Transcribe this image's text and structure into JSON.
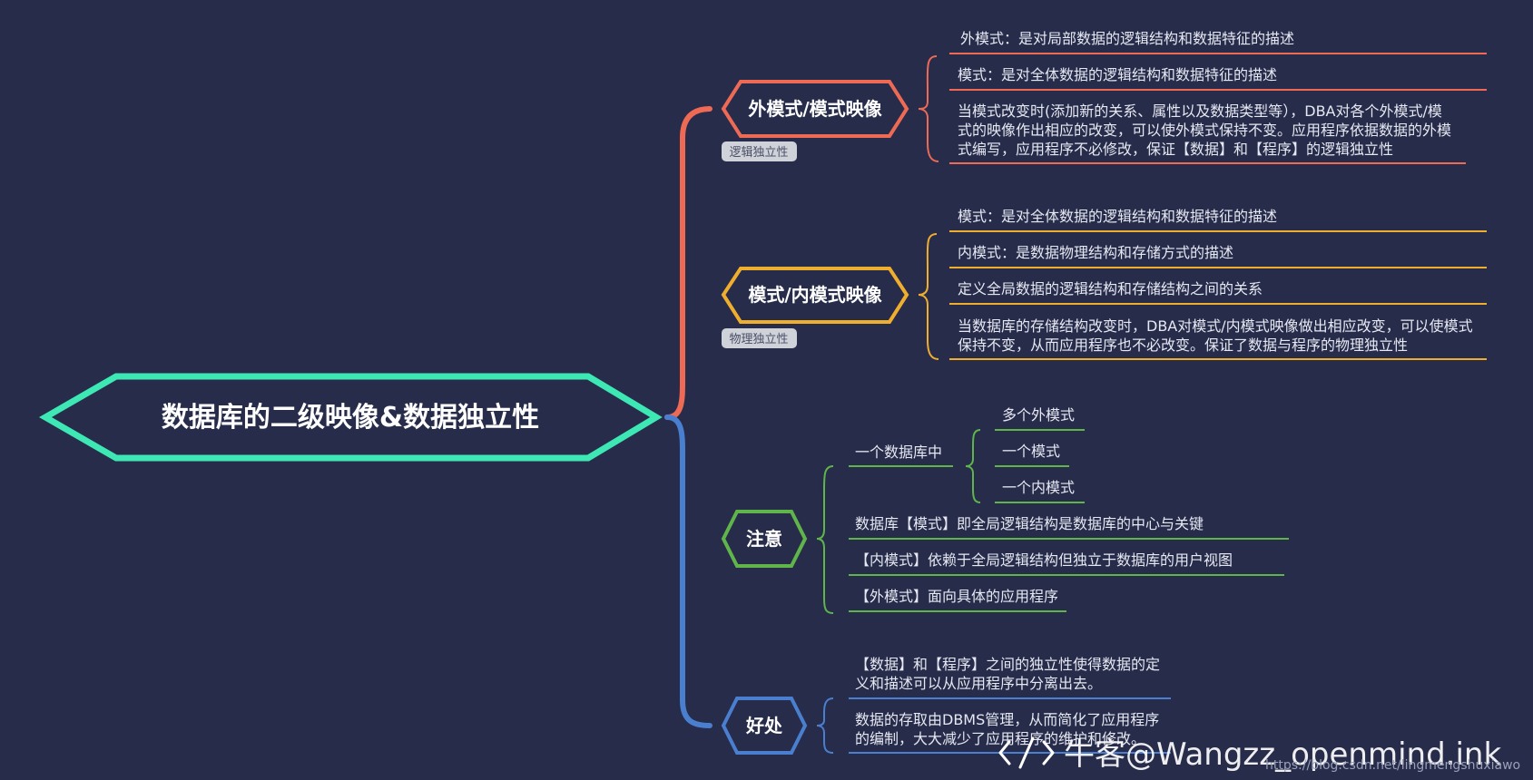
{
  "colors": {
    "background": "#272c4a",
    "root": "#3ee8b5",
    "ext_mapping": "#ee6a55",
    "int_mapping": "#f0ae2e",
    "note": "#5fb54a",
    "benefit": "#4a7fd0",
    "text": "#ffffff",
    "tag_bg": "#d0d2da",
    "tag_text": "#4a4f66"
  },
  "root": {
    "title": "数据库的二级映像&数据独立性"
  },
  "branches": {
    "ext_mapping": {
      "title": "外模式/模式映像",
      "tag": "逻辑独立性",
      "items": [
        "外模式：是对局部数据的逻辑结构和数据特征的描述",
        "模式：是对全体数据的逻辑结构和数据特征的描述",
        "当模式改变时(添加新的关系、属性以及数据类型等），DBA对各个外模式/模",
        "式的映像作出相应的改变，可以使外模式保持不变。应用程序依据数据的外模",
        "式编写，应用程序不必修改，保证【数据】和【程序】的逻辑独立性"
      ]
    },
    "int_mapping": {
      "title": "模式/内模式映像",
      "tag": "物理独立性",
      "items": [
        "模式：是对全体数据的逻辑结构和数据特征的描述",
        "内模式：是数据物理结构和存储方式的描述",
        "定义全局数据的逻辑结构和存储结构之间的关系",
        "当数据库的存储结构改变时，DBA对模式/内模式映像做出相应改变，可以使模式",
        "保持不变，从而应用程序也不必改变。保证了数据与程序的物理独立性"
      ]
    },
    "note": {
      "title": "注意",
      "sub_title": "一个数据库中",
      "sub_items": [
        "多个外模式",
        "一个模式",
        "一个内模式"
      ],
      "items": [
        "数据库【模式】即全局逻辑结构是数据库的中心与关键",
        "【内模式】依赖于全局逻辑结构但独立于数据库的用户视图",
        "【外模式】面向具体的应用程序"
      ]
    },
    "benefit": {
      "title": "好处",
      "items": [
        "【数据】和【程序】之间的独立性使得数据的定",
        "义和描述可以从应用程序中分离出去。",
        "数据的存取由DBMS管理，从而简化了应用程序",
        "的编制，大大减少了应用程序的维护和修改。"
      ]
    }
  },
  "watermark": {
    "main": "牛客@Wangzz_openmind.ink",
    "url": "https://blog.csdn.net/lingmengshuxiawo"
  }
}
